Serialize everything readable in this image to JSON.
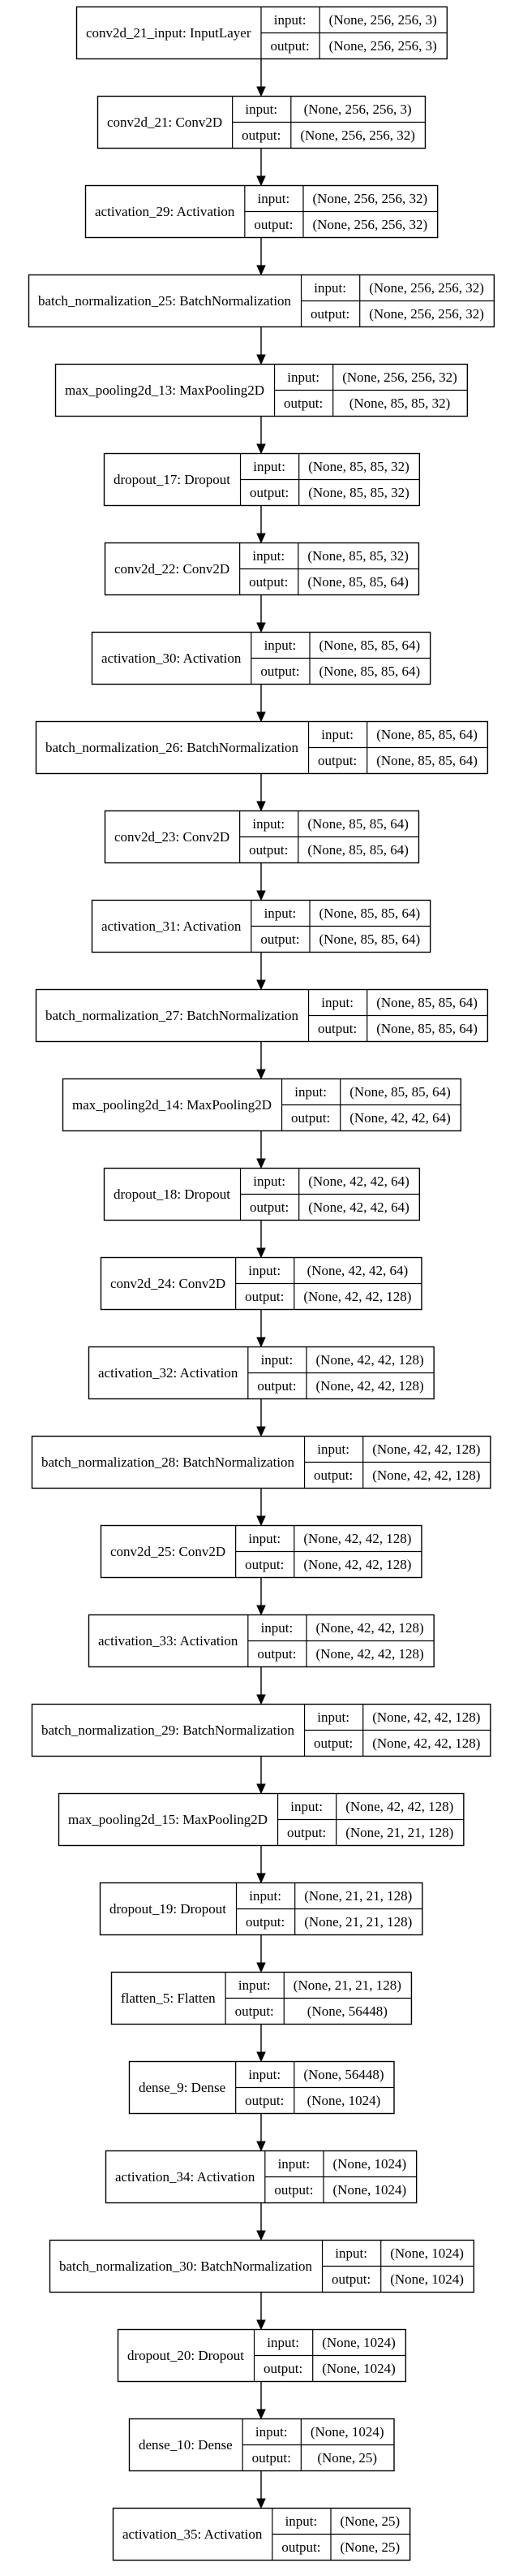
{
  "labels": {
    "input": "input:",
    "output": "output:"
  },
  "layers": [
    {
      "name": "conv2d_21_input: InputLayer",
      "input": "(None, 256, 256, 3)",
      "output": "(None, 256, 256, 3)"
    },
    {
      "name": "conv2d_21: Conv2D",
      "input": "(None, 256, 256, 3)",
      "output": "(None, 256, 256, 32)"
    },
    {
      "name": "activation_29: Activation",
      "input": "(None, 256, 256, 32)",
      "output": "(None, 256, 256, 32)"
    },
    {
      "name": "batch_normalization_25: BatchNormalization",
      "input": "(None, 256, 256, 32)",
      "output": "(None, 256, 256, 32)"
    },
    {
      "name": "max_pooling2d_13: MaxPooling2D",
      "input": "(None, 256, 256, 32)",
      "output": "(None, 85, 85, 32)"
    },
    {
      "name": "dropout_17: Dropout",
      "input": "(None, 85, 85, 32)",
      "output": "(None, 85, 85, 32)"
    },
    {
      "name": "conv2d_22: Conv2D",
      "input": "(None, 85, 85, 32)",
      "output": "(None, 85, 85, 64)"
    },
    {
      "name": "activation_30: Activation",
      "input": "(None, 85, 85, 64)",
      "output": "(None, 85, 85, 64)"
    },
    {
      "name": "batch_normalization_26: BatchNormalization",
      "input": "(None, 85, 85, 64)",
      "output": "(None, 85, 85, 64)"
    },
    {
      "name": "conv2d_23: Conv2D",
      "input": "(None, 85, 85, 64)",
      "output": "(None, 85, 85, 64)"
    },
    {
      "name": "activation_31: Activation",
      "input": "(None, 85, 85, 64)",
      "output": "(None, 85, 85, 64)"
    },
    {
      "name": "batch_normalization_27: BatchNormalization",
      "input": "(None, 85, 85, 64)",
      "output": "(None, 85, 85, 64)"
    },
    {
      "name": "max_pooling2d_14: MaxPooling2D",
      "input": "(None, 85, 85, 64)",
      "output": "(None, 42, 42, 64)"
    },
    {
      "name": "dropout_18: Dropout",
      "input": "(None, 42, 42, 64)",
      "output": "(None, 42, 42, 64)"
    },
    {
      "name": "conv2d_24: Conv2D",
      "input": "(None, 42, 42, 64)",
      "output": "(None, 42, 42, 128)"
    },
    {
      "name": "activation_32: Activation",
      "input": "(None, 42, 42, 128)",
      "output": "(None, 42, 42, 128)"
    },
    {
      "name": "batch_normalization_28: BatchNormalization",
      "input": "(None, 42, 42, 128)",
      "output": "(None, 42, 42, 128)"
    },
    {
      "name": "conv2d_25: Conv2D",
      "input": "(None, 42, 42, 128)",
      "output": "(None, 42, 42, 128)"
    },
    {
      "name": "activation_33: Activation",
      "input": "(None, 42, 42, 128)",
      "output": "(None, 42, 42, 128)"
    },
    {
      "name": "batch_normalization_29: BatchNormalization",
      "input": "(None, 42, 42, 128)",
      "output": "(None, 42, 42, 128)"
    },
    {
      "name": "max_pooling2d_15: MaxPooling2D",
      "input": "(None, 42, 42, 128)",
      "output": "(None, 21, 21, 128)"
    },
    {
      "name": "dropout_19: Dropout",
      "input": "(None, 21, 21, 128)",
      "output": "(None, 21, 21, 128)"
    },
    {
      "name": "flatten_5: Flatten",
      "input": "(None, 21, 21, 128)",
      "output": "(None, 56448)"
    },
    {
      "name": "dense_9: Dense",
      "input": "(None, 56448)",
      "output": "(None, 1024)"
    },
    {
      "name": "activation_34: Activation",
      "input": "(None, 1024)",
      "output": "(None, 1024)"
    },
    {
      "name": "batch_normalization_30: BatchNormalization",
      "input": "(None, 1024)",
      "output": "(None, 1024)"
    },
    {
      "name": "dropout_20: Dropout",
      "input": "(None, 1024)",
      "output": "(None, 1024)"
    },
    {
      "name": "dense_10: Dense",
      "input": "(None, 1024)",
      "output": "(None, 25)"
    },
    {
      "name": "activation_35: Activation",
      "input": "(None, 25)",
      "output": "(None, 25)"
    }
  ]
}
